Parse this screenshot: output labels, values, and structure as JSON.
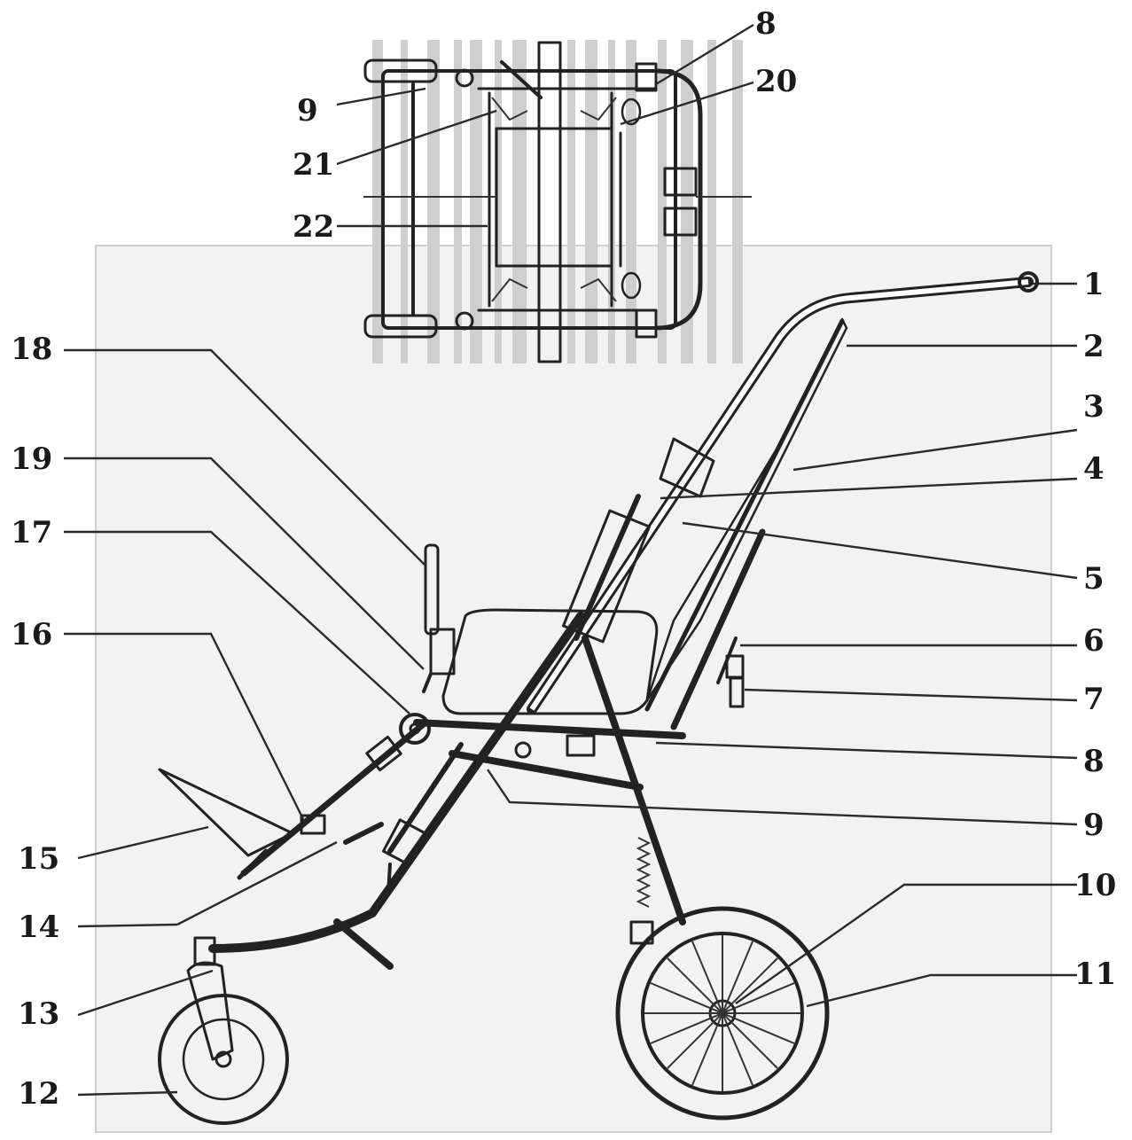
{
  "callouts": [
    {
      "id": "1",
      "label": "1"
    },
    {
      "id": "2",
      "label": "2"
    },
    {
      "id": "3",
      "label": "3"
    },
    {
      "id": "4",
      "label": "4"
    },
    {
      "id": "5",
      "label": "5"
    },
    {
      "id": "6",
      "label": "6"
    },
    {
      "id": "7",
      "label": "7"
    },
    {
      "id": "8",
      "label": "8"
    },
    {
      "id": "9",
      "label": "9"
    },
    {
      "id": "10",
      "label": "10"
    },
    {
      "id": "11",
      "label": "11"
    },
    {
      "id": "12",
      "label": "12"
    },
    {
      "id": "13",
      "label": "13"
    },
    {
      "id": "14",
      "label": "14"
    },
    {
      "id": "15",
      "label": "15"
    },
    {
      "id": "16",
      "label": "16"
    },
    {
      "id": "17",
      "label": "17"
    },
    {
      "id": "18",
      "label": "18"
    },
    {
      "id": "19",
      "label": "19"
    },
    {
      "id": "20",
      "label": "20"
    },
    {
      "id": "21",
      "label": "21"
    },
    {
      "id": "22",
      "label": "22"
    },
    {
      "id": "8top",
      "label": "8"
    },
    {
      "id": "9top",
      "label": "9"
    }
  ]
}
